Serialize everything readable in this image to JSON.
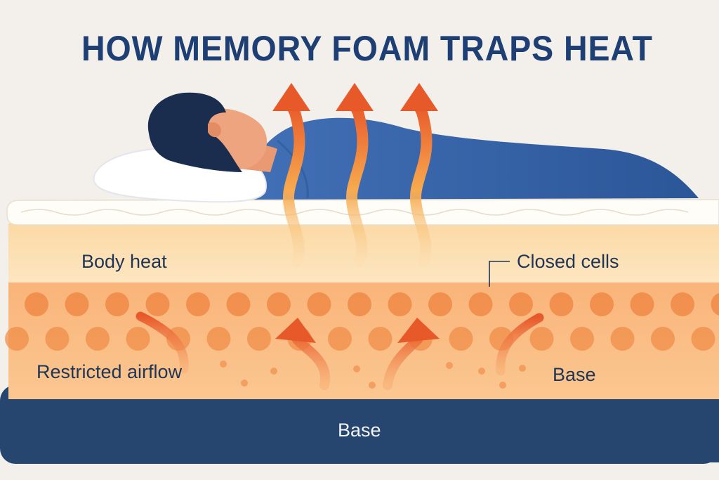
{
  "title": "HOW MEMORY FOAM TRAPS HEAT",
  "labels": {
    "body_heat": "Body heat",
    "closed_cells": "Closed cells",
    "restricted_airflow": "Restricted airflow",
    "base_right": "Base",
    "base_bottom": "Base"
  },
  "colors": {
    "background": "#f3efea",
    "title": "#1d3f73",
    "blanket": "#3d67ad",
    "hair": "#1b2d4f",
    "skin": "#eea47f",
    "pillow": "#ffffff",
    "comfort_layer": "#fde2b5",
    "foam_layer": "#f8ad6c",
    "cell": "#f08a46",
    "base": "#27466f",
    "heat_arrow": "#e8592a"
  }
}
